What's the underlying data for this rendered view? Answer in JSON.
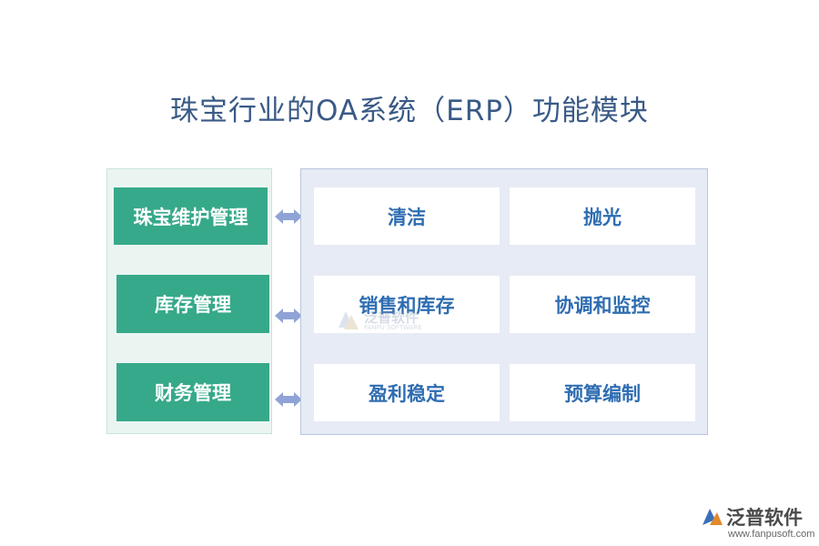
{
  "title": "珠宝行业的OA系统（ERP）功能模块",
  "categories": [
    {
      "label": "珠宝维护管理"
    },
    {
      "label": "库存管理"
    },
    {
      "label": "财务管理"
    }
  ],
  "modules": [
    {
      "left": "清洁",
      "right": "抛光"
    },
    {
      "left": "销售和库存",
      "right": "协调和监控"
    },
    {
      "left": "盈利稳定",
      "right": "预算编制"
    }
  ],
  "watermark": {
    "name": "泛普软件",
    "sub": "FANPU SOFTWARE"
  },
  "brand": {
    "name": "泛普软件",
    "url": "www.fanpusoft.com"
  },
  "colors": {
    "title": "#3a5a86",
    "category_fill": "#36a98a",
    "module_text": "#2f6db2",
    "arrow": "#8fa3d6",
    "left_panel": "#eaf5f1",
    "right_panel": "#e6ebf5"
  }
}
